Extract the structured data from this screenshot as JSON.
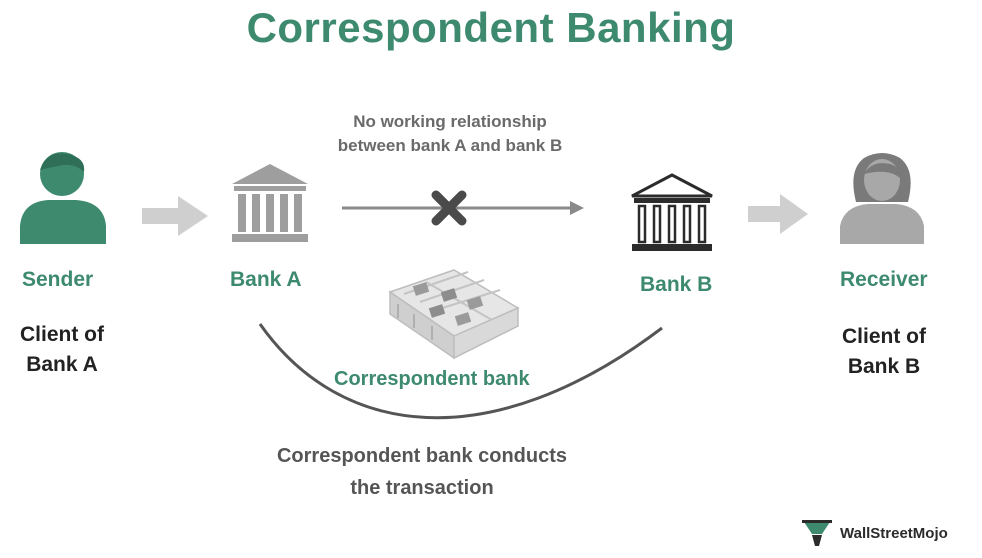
{
  "title": "Correspondent Banking",
  "sender": {
    "role": "Sender",
    "desc_line1": "Client of",
    "desc_line2": "Bank A"
  },
  "receiver": {
    "role": "Receiver",
    "desc_line1": "Client of",
    "desc_line2": "Bank B"
  },
  "bank_a": {
    "label": "Bank A"
  },
  "bank_b": {
    "label": "Bank B"
  },
  "no_relationship": {
    "line1": "No working relationship",
    "line2": "between bank A and bank B"
  },
  "correspondent": {
    "label": "Correspondent bank"
  },
  "conducts": {
    "line1": "Correspondent bank conducts",
    "line2": "the transaction"
  },
  "brand": {
    "name": "WallStreetMojo"
  },
  "colors": {
    "accent": "#3d8a6f",
    "grey_icon": "#9e9e9e",
    "dark_icon": "#2b2b2b",
    "arrow": "#cfcfcf"
  },
  "icons": {
    "sender": "person-icon",
    "receiver": "woman-icon",
    "bank_a": "bank-icon",
    "bank_b": "bank-icon",
    "blocked": "x-mark-icon",
    "correspondent": "office-building-icon",
    "brand": "wallstreetmojo-logo-icon"
  }
}
